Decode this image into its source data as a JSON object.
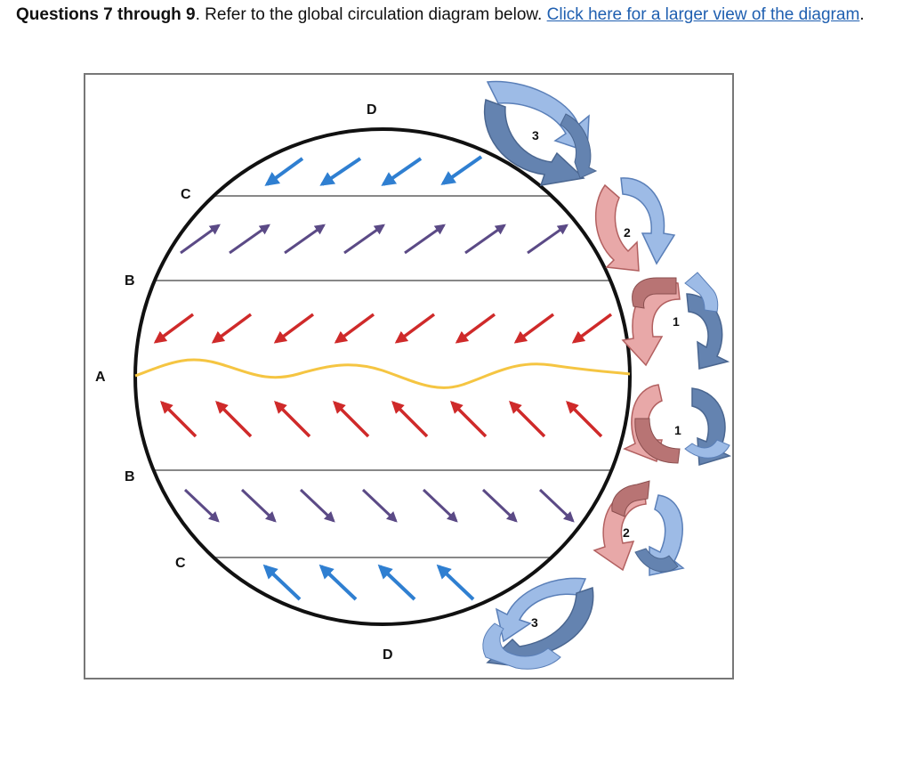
{
  "intro": {
    "questions_bold": "Questions 7 through 9",
    "questions_rest": ". Refer to the global circulation diagram below. ",
    "link_text": "Click here for a larger view of the diagram",
    "trailing": "."
  },
  "diagram": {
    "labels": {
      "A": "A",
      "B_north": "B",
      "B_south": "B",
      "C_north": "C",
      "C_south": "C",
      "D_north": "D",
      "D_south": "D"
    },
    "cell_labels": {
      "polar_north": "3",
      "ferrel_north": "2",
      "hadley_north": "1",
      "hadley_south": "1",
      "ferrel_south": "2",
      "polar_south": "3"
    },
    "colors": {
      "polar_easterlies": "#2f7fd1",
      "westerlies": "#5b4a86",
      "trade_winds": "#cf2a2a",
      "itcz": "#f5c542",
      "cell_blue_light": "#9dbbe6",
      "cell_blue_dark": "#6483b0",
      "cell_red_light": "#e8a8a8",
      "cell_red_dark": "#b87474"
    }
  }
}
